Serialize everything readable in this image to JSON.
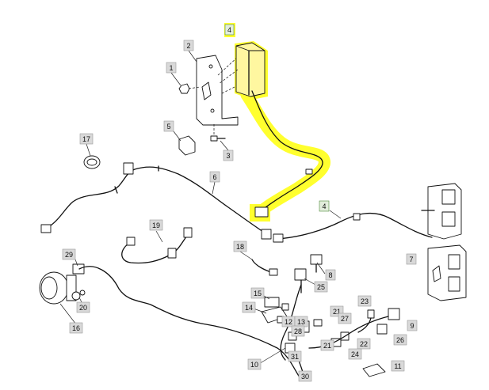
{
  "callouts": [
    {
      "id": "c1",
      "text": "1"
    },
    {
      "id": "c2",
      "text": "2"
    },
    {
      "id": "c3",
      "text": "3"
    },
    {
      "id": "c4a",
      "text": "4",
      "style": "green"
    },
    {
      "id": "c4b",
      "text": "4",
      "style": "green"
    },
    {
      "id": "c5",
      "text": "5"
    },
    {
      "id": "c6",
      "text": "6"
    },
    {
      "id": "c7",
      "text": "7"
    },
    {
      "id": "c8",
      "text": "8"
    },
    {
      "id": "c9",
      "text": "9"
    },
    {
      "id": "c10",
      "text": "10"
    },
    {
      "id": "c11",
      "text": "11"
    },
    {
      "id": "c12",
      "text": "12"
    },
    {
      "id": "c13",
      "text": "13"
    },
    {
      "id": "c14",
      "text": "14"
    },
    {
      "id": "c15",
      "text": "15"
    },
    {
      "id": "c16",
      "text": "16"
    },
    {
      "id": "c17",
      "text": "17"
    },
    {
      "id": "c18",
      "text": "18"
    },
    {
      "id": "c19",
      "text": "19"
    },
    {
      "id": "c20",
      "text": "20"
    },
    {
      "id": "c21a",
      "text": "21"
    },
    {
      "id": "c21b",
      "text": "21"
    },
    {
      "id": "c22",
      "text": "22"
    },
    {
      "id": "c23",
      "text": "23"
    },
    {
      "id": "c24",
      "text": "24"
    },
    {
      "id": "c25",
      "text": "25"
    },
    {
      "id": "c26",
      "text": "26"
    },
    {
      "id": "c27",
      "text": "27"
    },
    {
      "id": "c28",
      "text": "28"
    },
    {
      "id": "c29",
      "text": "29"
    },
    {
      "id": "c30",
      "text": "30"
    },
    {
      "id": "c31",
      "text": "31"
    }
  ],
  "colors": {
    "highlight": "#ffff2e",
    "label_fill": "#d9d9d9",
    "label_fill_highlight": "#e2eddc",
    "label_border_highlight": "#4f8a3a",
    "line": "#111111"
  },
  "highlighted_part": "4"
}
